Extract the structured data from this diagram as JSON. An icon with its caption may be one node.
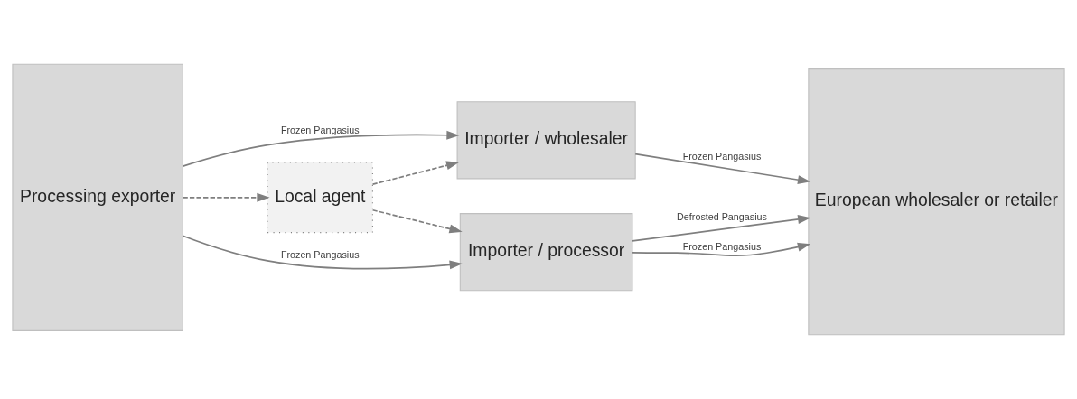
{
  "diagram": {
    "nodes": [
      {
        "text": [
          "Processing exporter"
        ]
      },
      {
        "text": [
          "Local agent"
        ]
      },
      {
        "text": [
          "Importer / wholesaler"
        ]
      },
      {
        "text": [
          "Importer / processor"
        ]
      },
      {
        "text": [
          "European wholesaler or retailer"
        ]
      }
    ],
    "edges": [
      {
        "from": 0,
        "to": 2,
        "arrow": "to",
        "label": "Frozen Pangasius"
      },
      {
        "from": 0,
        "to": 1,
        "arrow": "to",
        "style": "dashed"
      },
      {
        "from": 1,
        "to": 2,
        "arrow": "to",
        "style": "dashed"
      },
      {
        "from": 1,
        "to": 3,
        "arrow": "to",
        "style": "dashed"
      },
      {
        "from": 0,
        "to": 3,
        "arrow": "to",
        "label": "Frozen Pangasius"
      },
      {
        "from": 2,
        "to": 4,
        "arrow": "to",
        "label": "Frozen Pangasius"
      },
      {
        "from": 3,
        "to": 4,
        "arrow": "to",
        "label": "Frozen Pangasius"
      },
      {
        "from": 3,
        "to": 4,
        "arrow": "to",
        "label": "Defrosted Pangasius"
      }
    ]
  }
}
